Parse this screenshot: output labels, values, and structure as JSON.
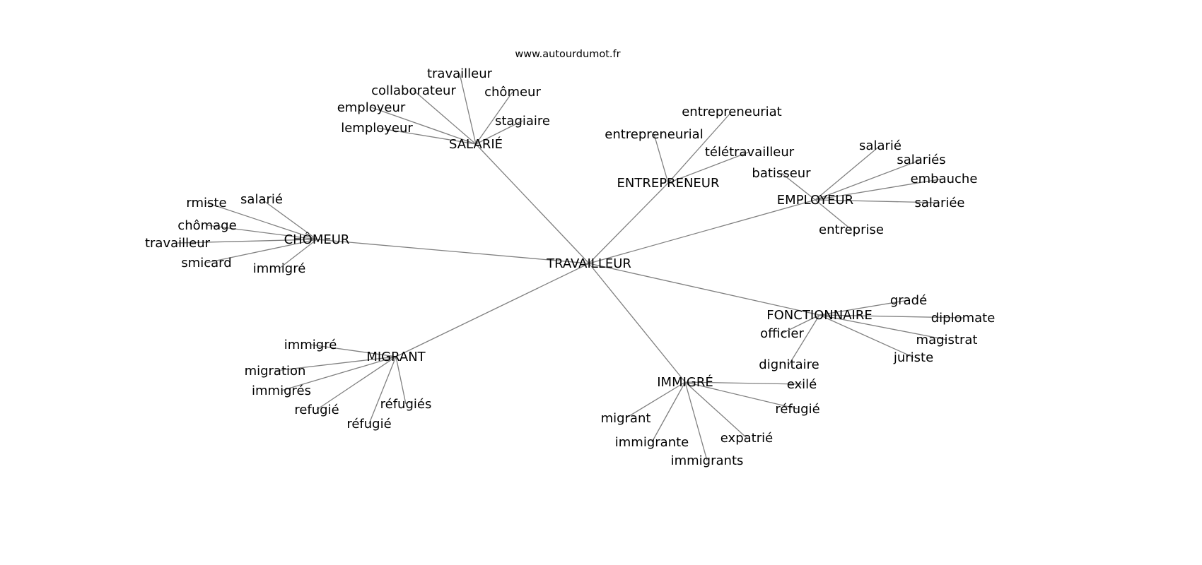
{
  "source": "www.autourdumot.fr",
  "center": "TRAVAILLEUR",
  "edge_color": "#808080",
  "hubs": [
    {
      "label": "SALARIÉ",
      "leaves": [
        "travailleur",
        "collaborateur",
        "chômeur",
        "employeur",
        "lemployeur",
        "stagiaire"
      ]
    },
    {
      "label": "CHÔMEUR",
      "leaves": [
        "rmiste",
        "salarié",
        "chômage",
        "travailleur",
        "smicard",
        "immigré"
      ]
    },
    {
      "label": "ENTREPRENEUR",
      "leaves": [
        "entrepreneurial",
        "entrepreneuriat",
        "télétravailleur"
      ]
    },
    {
      "label": "EMPLOYEUR",
      "leaves": [
        "salarié",
        "salariés",
        "embauche",
        "salariée",
        "entreprise",
        "batisseur"
      ]
    },
    {
      "label": "FONCTIONNAIRE",
      "leaves": [
        "gradé",
        "diplomate",
        "magistrat",
        "juriste",
        "officier",
        "dignitaire"
      ]
    },
    {
      "label": "IMMIGRÉ",
      "leaves": [
        "exilé",
        "réfugié",
        "expatrié",
        "immigrants",
        "immigrante",
        "migrant"
      ]
    },
    {
      "label": "MIGRANT",
      "leaves": [
        "immigré",
        "migration",
        "immigrés",
        "refugié",
        "réfugié",
        "réfugiés"
      ]
    }
  ]
}
